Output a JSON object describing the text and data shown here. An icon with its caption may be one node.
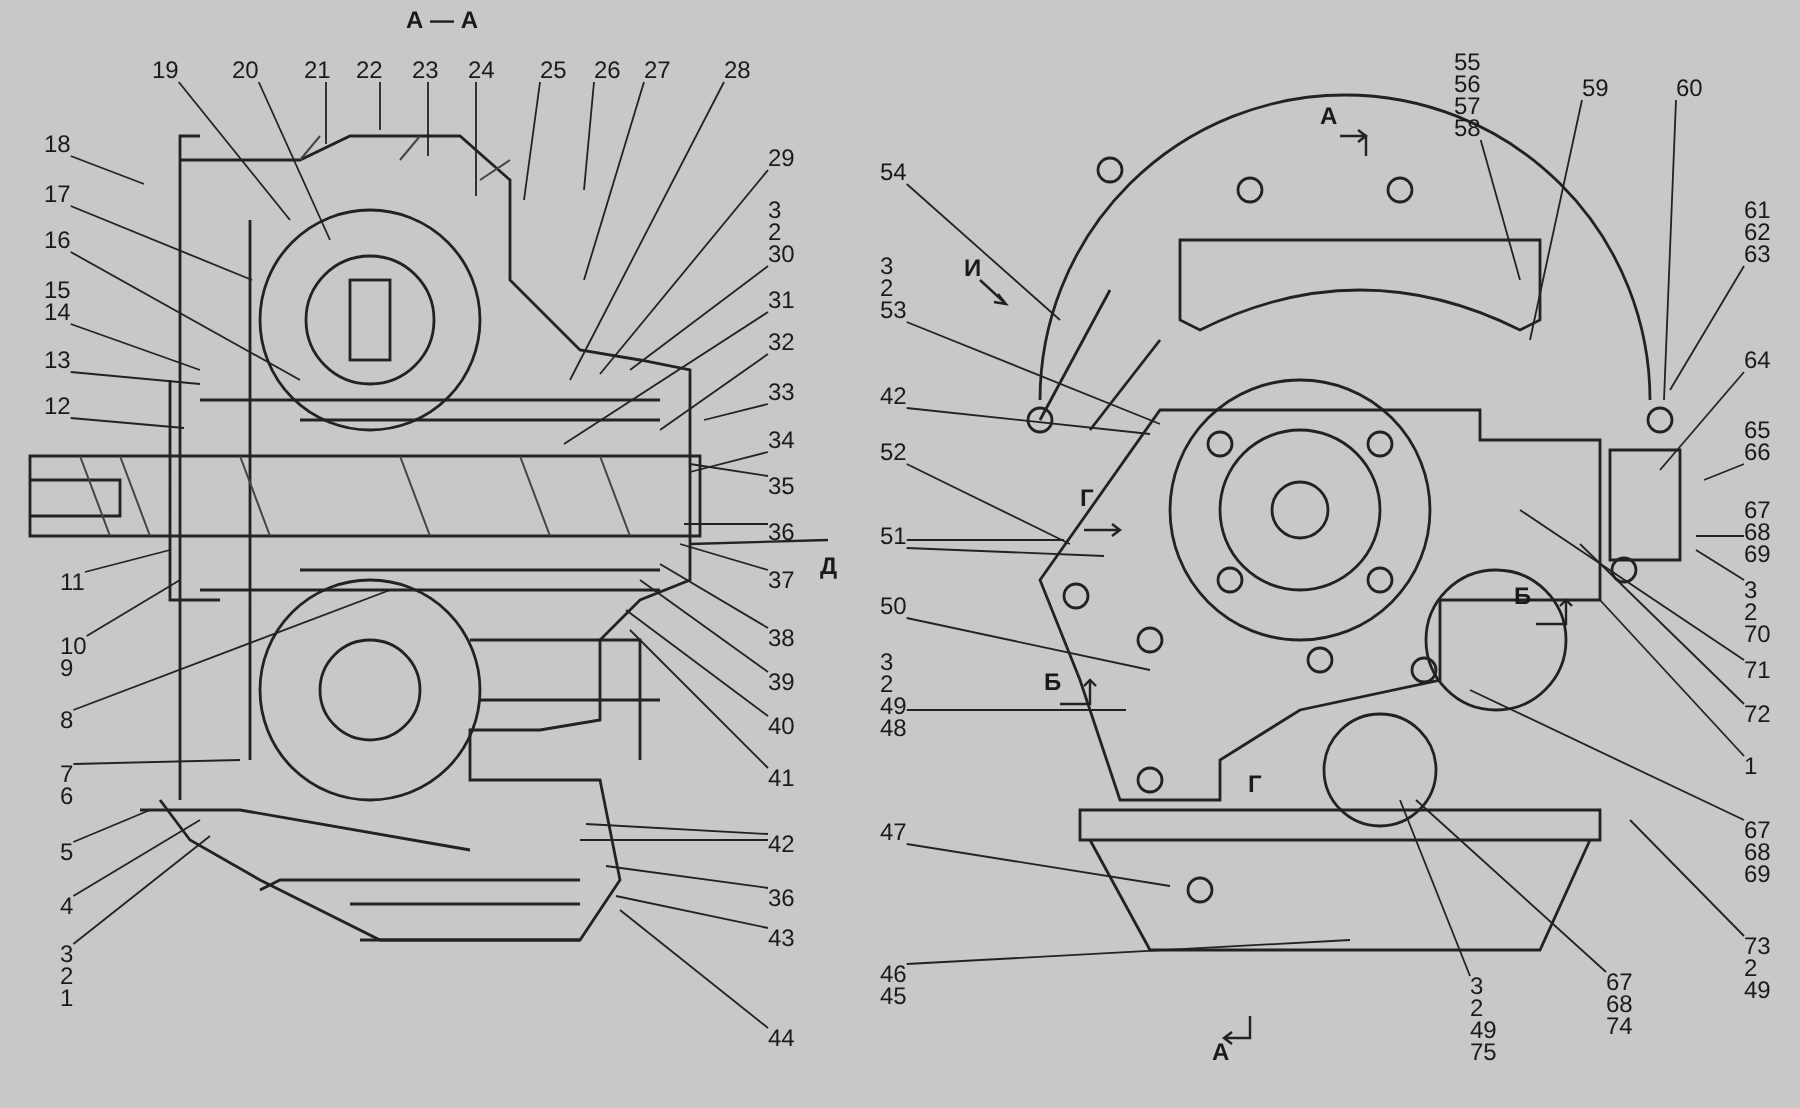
{
  "diagram": {
    "nodes": [
      {
        "text": [
          "19"
        ]
      },
      {
        "text": [
          "20"
        ]
      },
      {
        "text": [
          "21"
        ]
      },
      {
        "text": [
          "22"
        ]
      },
      {
        "text": [
          "23"
        ]
      },
      {
        "text": [
          "24"
        ]
      },
      {
        "text": [
          "25"
        ]
      },
      {
        "text": [
          "26"
        ]
      },
      {
        "text": [
          "27"
        ]
      },
      {
        "text": [
          "28"
        ]
      },
      {
        "text": [
          "29"
        ]
      },
      {
        "text": [
          "3 2 30"
        ]
      },
      {
        "text": [
          "31"
        ]
      },
      {
        "text": [
          "32"
        ]
      },
      {
        "text": [
          "33"
        ]
      },
      {
        "text": [
          "34"
        ]
      },
      {
        "text": [
          "35"
        ]
      },
      {
        "text": [
          "36"
        ]
      },
      {
        "text": [
          "37"
        ]
      },
      {
        "text": [
          "38"
        ]
      },
      {
        "text": [
          "39"
        ]
      },
      {
        "text": [
          "40"
        ]
      },
      {
        "text": [
          "41"
        ]
      },
      {
        "text": [
          "42"
        ]
      },
      {
        "text": [
          "36"
        ]
      },
      {
        "text": [
          "43"
        ]
      },
      {
        "text": [
          "44"
        ]
      },
      {
        "text": [
          "18"
        ]
      },
      {
        "text": [
          "17"
        ]
      },
      {
        "text": [
          "16"
        ]
      },
      {
        "text": [
          "15 14"
        ]
      },
      {
        "text": [
          "13"
        ]
      },
      {
        "text": [
          "12"
        ]
      },
      {
        "text": [
          "11"
        ]
      },
      {
        "text": [
          "10 9"
        ]
      },
      {
        "text": [
          "8"
        ]
      },
      {
        "text": [
          "7 6"
        ]
      },
      {
        "text": [
          "5"
        ]
      },
      {
        "text": [
          "4"
        ]
      },
      {
        "text": [
          "3 2 1"
        ]
      },
      {
        "text": [
          "54"
        ]
      },
      {
        "text": [
          "3 2 53"
        ]
      },
      {
        "text": [
          "42"
        ]
      },
      {
        "text": [
          "52"
        ]
      },
      {
        "text": [
          "51"
        ]
      },
      {
        "text": [
          "50"
        ]
      },
      {
        "text": [
          "3 2 49 48"
        ]
      },
      {
        "text": [
          "47"
        ]
      },
      {
        "text": [
          "46 45"
        ]
      },
      {
        "text": [
          "55 56 57 58"
        ]
      },
      {
        "text": [
          "59"
        ]
      },
      {
        "text": [
          "60"
        ]
      },
      {
        "text": [
          "61 62 63"
        ]
      },
      {
        "text": [
          "64"
        ]
      },
      {
        "text": [
          "65 66"
        ]
      },
      {
        "text": [
          "67 68 69"
        ]
      },
      {
        "text": [
          "3 2 70"
        ]
      },
      {
        "text": [
          "71"
        ]
      },
      {
        "text": [
          "72"
        ]
      },
      {
        "text": [
          "1"
        ]
      },
      {
        "text": [
          "67 68 69"
        ]
      },
      {
        "text": [
          "73 2 49"
        ]
      },
      {
        "text": [
          "67 68 74"
        ]
      },
      {
        "text": [
          "3 2 49 75"
        ]
      }
    ],
    "edges": [
      {
        "from": 0,
        "to": null,
        "arrow": "none"
      },
      {
        "from": 1,
        "to": null,
        "arrow": "none"
      },
      {
        "from": 2,
        "to": null,
        "arrow": "none"
      },
      {
        "from": 3,
        "to": null,
        "arrow": "none"
      },
      {
        "from": 4,
        "to": null,
        "arrow": "none"
      },
      {
        "from": 5,
        "to": null,
        "arrow": "none"
      },
      {
        "from": 6,
        "to": null,
        "arrow": "none"
      },
      {
        "from": 7,
        "to": null,
        "arrow": "none"
      },
      {
        "from": 8,
        "to": null,
        "arrow": "none"
      },
      {
        "from": 9,
        "to": null,
        "arrow": "none"
      },
      {
        "from": 10,
        "to": null,
        "arrow": "none"
      },
      {
        "from": 11,
        "to": null,
        "arrow": "none"
      },
      {
        "from": 12,
        "to": null,
        "arrow": "none"
      },
      {
        "from": 13,
        "to": null,
        "arrow": "none"
      },
      {
        "from": 14,
        "to": null,
        "arrow": "none"
      },
      {
        "from": 15,
        "to": null,
        "arrow": "none"
      },
      {
        "from": 16,
        "to": null,
        "arrow": "none"
      },
      {
        "from": 17,
        "to": null,
        "arrow": "none"
      },
      {
        "from": 18,
        "to": null,
        "arrow": "none"
      },
      {
        "from": 19,
        "to": null,
        "arrow": "none"
      },
      {
        "from": 20,
        "to": null,
        "arrow": "none"
      },
      {
        "from": 21,
        "to": null,
        "arrow": "none"
      },
      {
        "from": 22,
        "to": null,
        "arrow": "none"
      },
      {
        "from": 23,
        "to": null,
        "arrow": "none"
      },
      {
        "from": 23,
        "to": null,
        "arrow": "none"
      },
      {
        "from": 24,
        "to": null,
        "arrow": "none"
      },
      {
        "from": 25,
        "to": null,
        "arrow": "none"
      },
      {
        "from": 26,
        "to": null,
        "arrow": "none"
      },
      {
        "from": 27,
        "to": null,
        "arrow": "none"
      },
      {
        "from": 28,
        "to": null,
        "arrow": "none"
      },
      {
        "from": 29,
        "to": null,
        "arrow": "none"
      },
      {
        "from": 30,
        "to": null,
        "arrow": "none"
      },
      {
        "from": 31,
        "to": null,
        "arrow": "none"
      },
      {
        "from": 32,
        "to": null,
        "arrow": "none"
      },
      {
        "from": 33,
        "to": null,
        "arrow": "none"
      },
      {
        "from": 34,
        "to": null,
        "arrow": "none"
      },
      {
        "from": 35,
        "to": null,
        "arrow": "none"
      },
      {
        "from": 36,
        "to": null,
        "arrow": "none"
      },
      {
        "from": 37,
        "to": null,
        "arrow": "none"
      },
      {
        "from": 38,
        "to": null,
        "arrow": "none"
      },
      {
        "from": 39,
        "to": null,
        "arrow": "none"
      },
      {
        "from": 40,
        "to": null,
        "arrow": "none"
      },
      {
        "from": 41,
        "to": null,
        "arrow": "none"
      },
      {
        "from": 42,
        "to": null,
        "arrow": "none"
      },
      {
        "from": 43,
        "to": null,
        "arrow": "none"
      },
      {
        "from": 44,
        "to": null,
        "arrow": "none"
      },
      {
        "from": 44,
        "to": null,
        "arrow": "none"
      },
      {
        "from": 45,
        "to": null,
        "arrow": "none"
      },
      {
        "from": 46,
        "to": null,
        "arrow": "none"
      },
      {
        "from": 47,
        "to": null,
        "arrow": "none"
      },
      {
        "from": 48,
        "to": null,
        "arrow": "none"
      },
      {
        "from": 49,
        "to": null,
        "arrow": "none"
      },
      {
        "from": 50,
        "to": null,
        "arrow": "none"
      },
      {
        "from": 51,
        "to": null,
        "arrow": "none"
      },
      {
        "from": 52,
        "to": null,
        "arrow": "none"
      },
      {
        "from": 53,
        "to": null,
        "arrow": "none"
      },
      {
        "from": 54,
        "to": null,
        "arrow": "none"
      },
      {
        "from": 55,
        "to": null,
        "arrow": "none"
      },
      {
        "from": 56,
        "to": null,
        "arrow": "none"
      },
      {
        "from": 57,
        "to": null,
        "arrow": "none"
      },
      {
        "from": 58,
        "to": null,
        "arrow": "none"
      },
      {
        "from": 59,
        "to": null,
        "arrow": "none"
      },
      {
        "from": 60,
        "to": null,
        "arrow": "none"
      },
      {
        "from": 61,
        "to": null,
        "arrow": "none"
      },
      {
        "from": 62,
        "to": null,
        "arrow": "none"
      },
      {
        "from": 63,
        "to": null,
        "arrow": "none"
      }
    ],
    "labels": [
      "А — А",
      "А",
      "И",
      "Г",
      "Д",
      "Б",
      "Б",
      "Г",
      "А"
    ]
  }
}
